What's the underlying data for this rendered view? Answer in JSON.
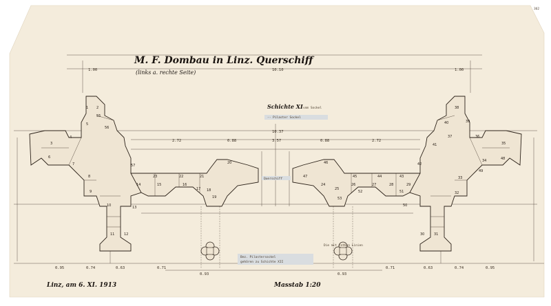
{
  "plan": {
    "title": "M. F. Dombau in Linz. Querschiff",
    "subtitle": "(links a. rechte Seite)",
    "layer_label": "Schichte XI",
    "layer_note_1": "vom Sockel",
    "layer_note_2": "-- Pilaster Sockel",
    "center_label": "Querschiff",
    "legend_note_1": "Die mit rothen Linien",
    "legend_note_2": "Bez. Pilastersockel",
    "legend_note_3": "gehören zu Schichte XII",
    "date": "Linz, am 6. XI. 1913",
    "scale": "Masstab 1:20",
    "sheet_number": "362",
    "overall_dim": "10.10",
    "span_dim": "10.37",
    "left_upper_dim": "1.00",
    "right_upper_dim": "1.00",
    "blocks_left": [
      "1",
      "2",
      "3",
      "4",
      "5",
      "6",
      "7",
      "8",
      "9",
      "10",
      "11",
      "12",
      "13",
      "14",
      "15",
      "16",
      "17",
      "18",
      "19",
      "20",
      "21",
      "22",
      "23",
      "55",
      "56",
      "57"
    ],
    "blocks_right": [
      "24",
      "25",
      "26",
      "27",
      "28",
      "29",
      "30",
      "31",
      "32",
      "33",
      "34",
      "35",
      "36",
      "37",
      "38",
      "39",
      "40",
      "41",
      "42",
      "43",
      "44",
      "45",
      "46",
      "47",
      "48",
      "49",
      "50",
      "51",
      "52",
      "53"
    ],
    "bottom_dims_left": [
      "0.95",
      "0.74",
      "0.63",
      "0.71",
      "0.93"
    ],
    "bottom_dims_right": [
      "0.93",
      "0.71",
      "0.63",
      "0.74",
      "0.95"
    ],
    "mid_dims": [
      "2.72",
      "0.88",
      "3.57",
      "0.88",
      "2.72"
    ]
  }
}
